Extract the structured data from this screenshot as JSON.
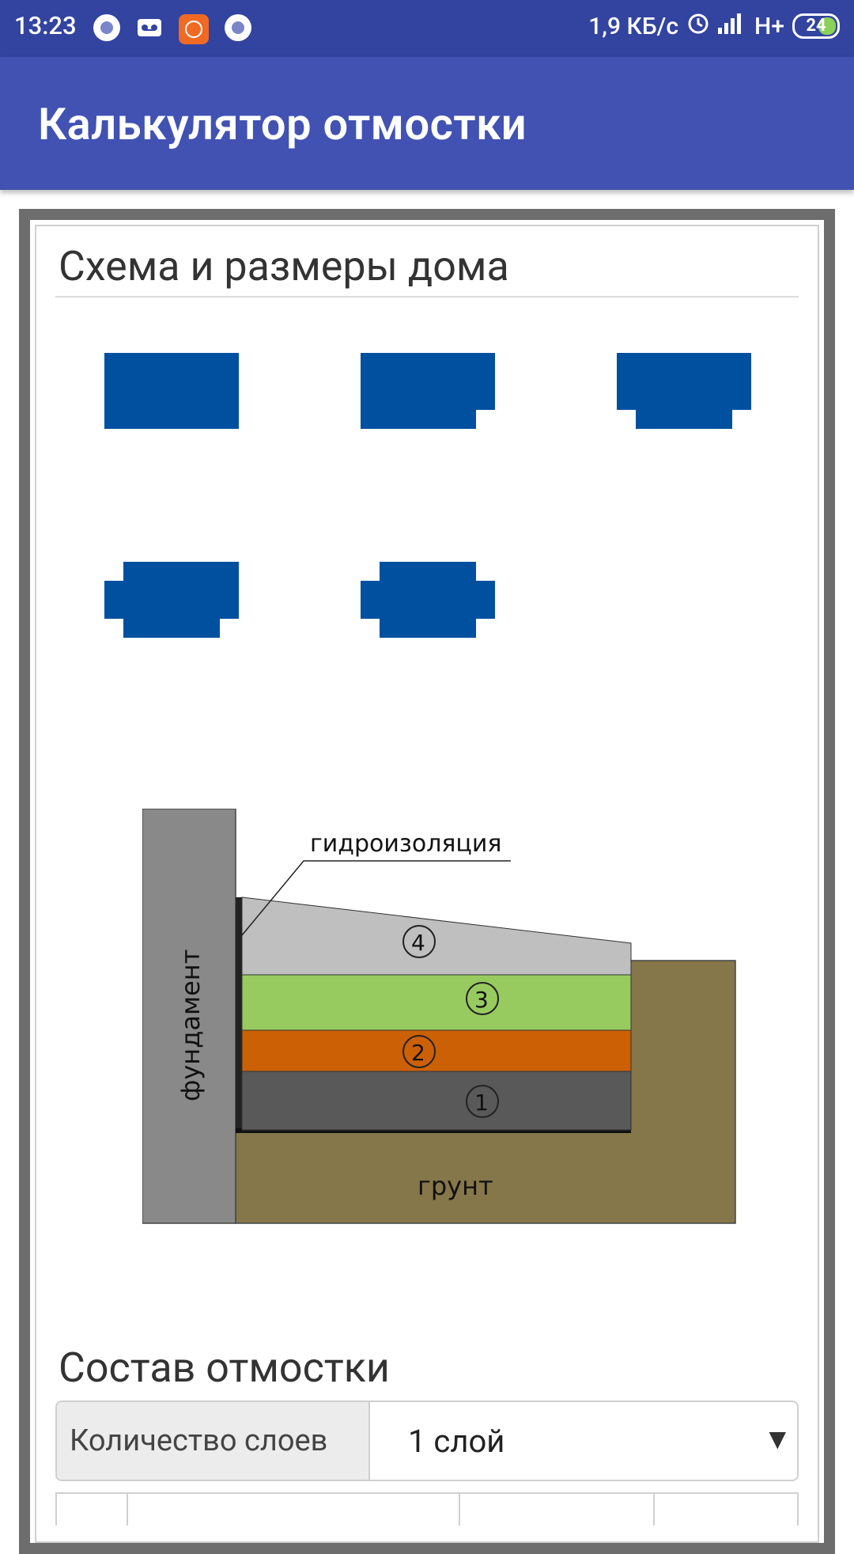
{
  "status_bar": {
    "time": "13:23",
    "net_speed": "1,9 КБ/с",
    "network": "H+",
    "battery": "24"
  },
  "app_bar": {
    "title": "Калькулятор отмостки"
  },
  "section_scheme": {
    "title": "Схема и размеры дома"
  },
  "diagram": {
    "label_waterproofing": "гидроизоляция",
    "label_foundation": "фундамент",
    "label_soil": "грунт",
    "layers": [
      "1",
      "2",
      "3",
      "4"
    ],
    "colors": {
      "foundation": "#898989",
      "soil": "#85774a",
      "layer1": "#595959",
      "layer2": "#cc6005",
      "layer3": "#98cb5f",
      "layer4": "#bfbfbf"
    }
  },
  "section_composition": {
    "title": "Состав отмостки"
  },
  "layers_select": {
    "label": "Количество слоев",
    "value": "1 слой"
  },
  "house_color": "#0050a0"
}
